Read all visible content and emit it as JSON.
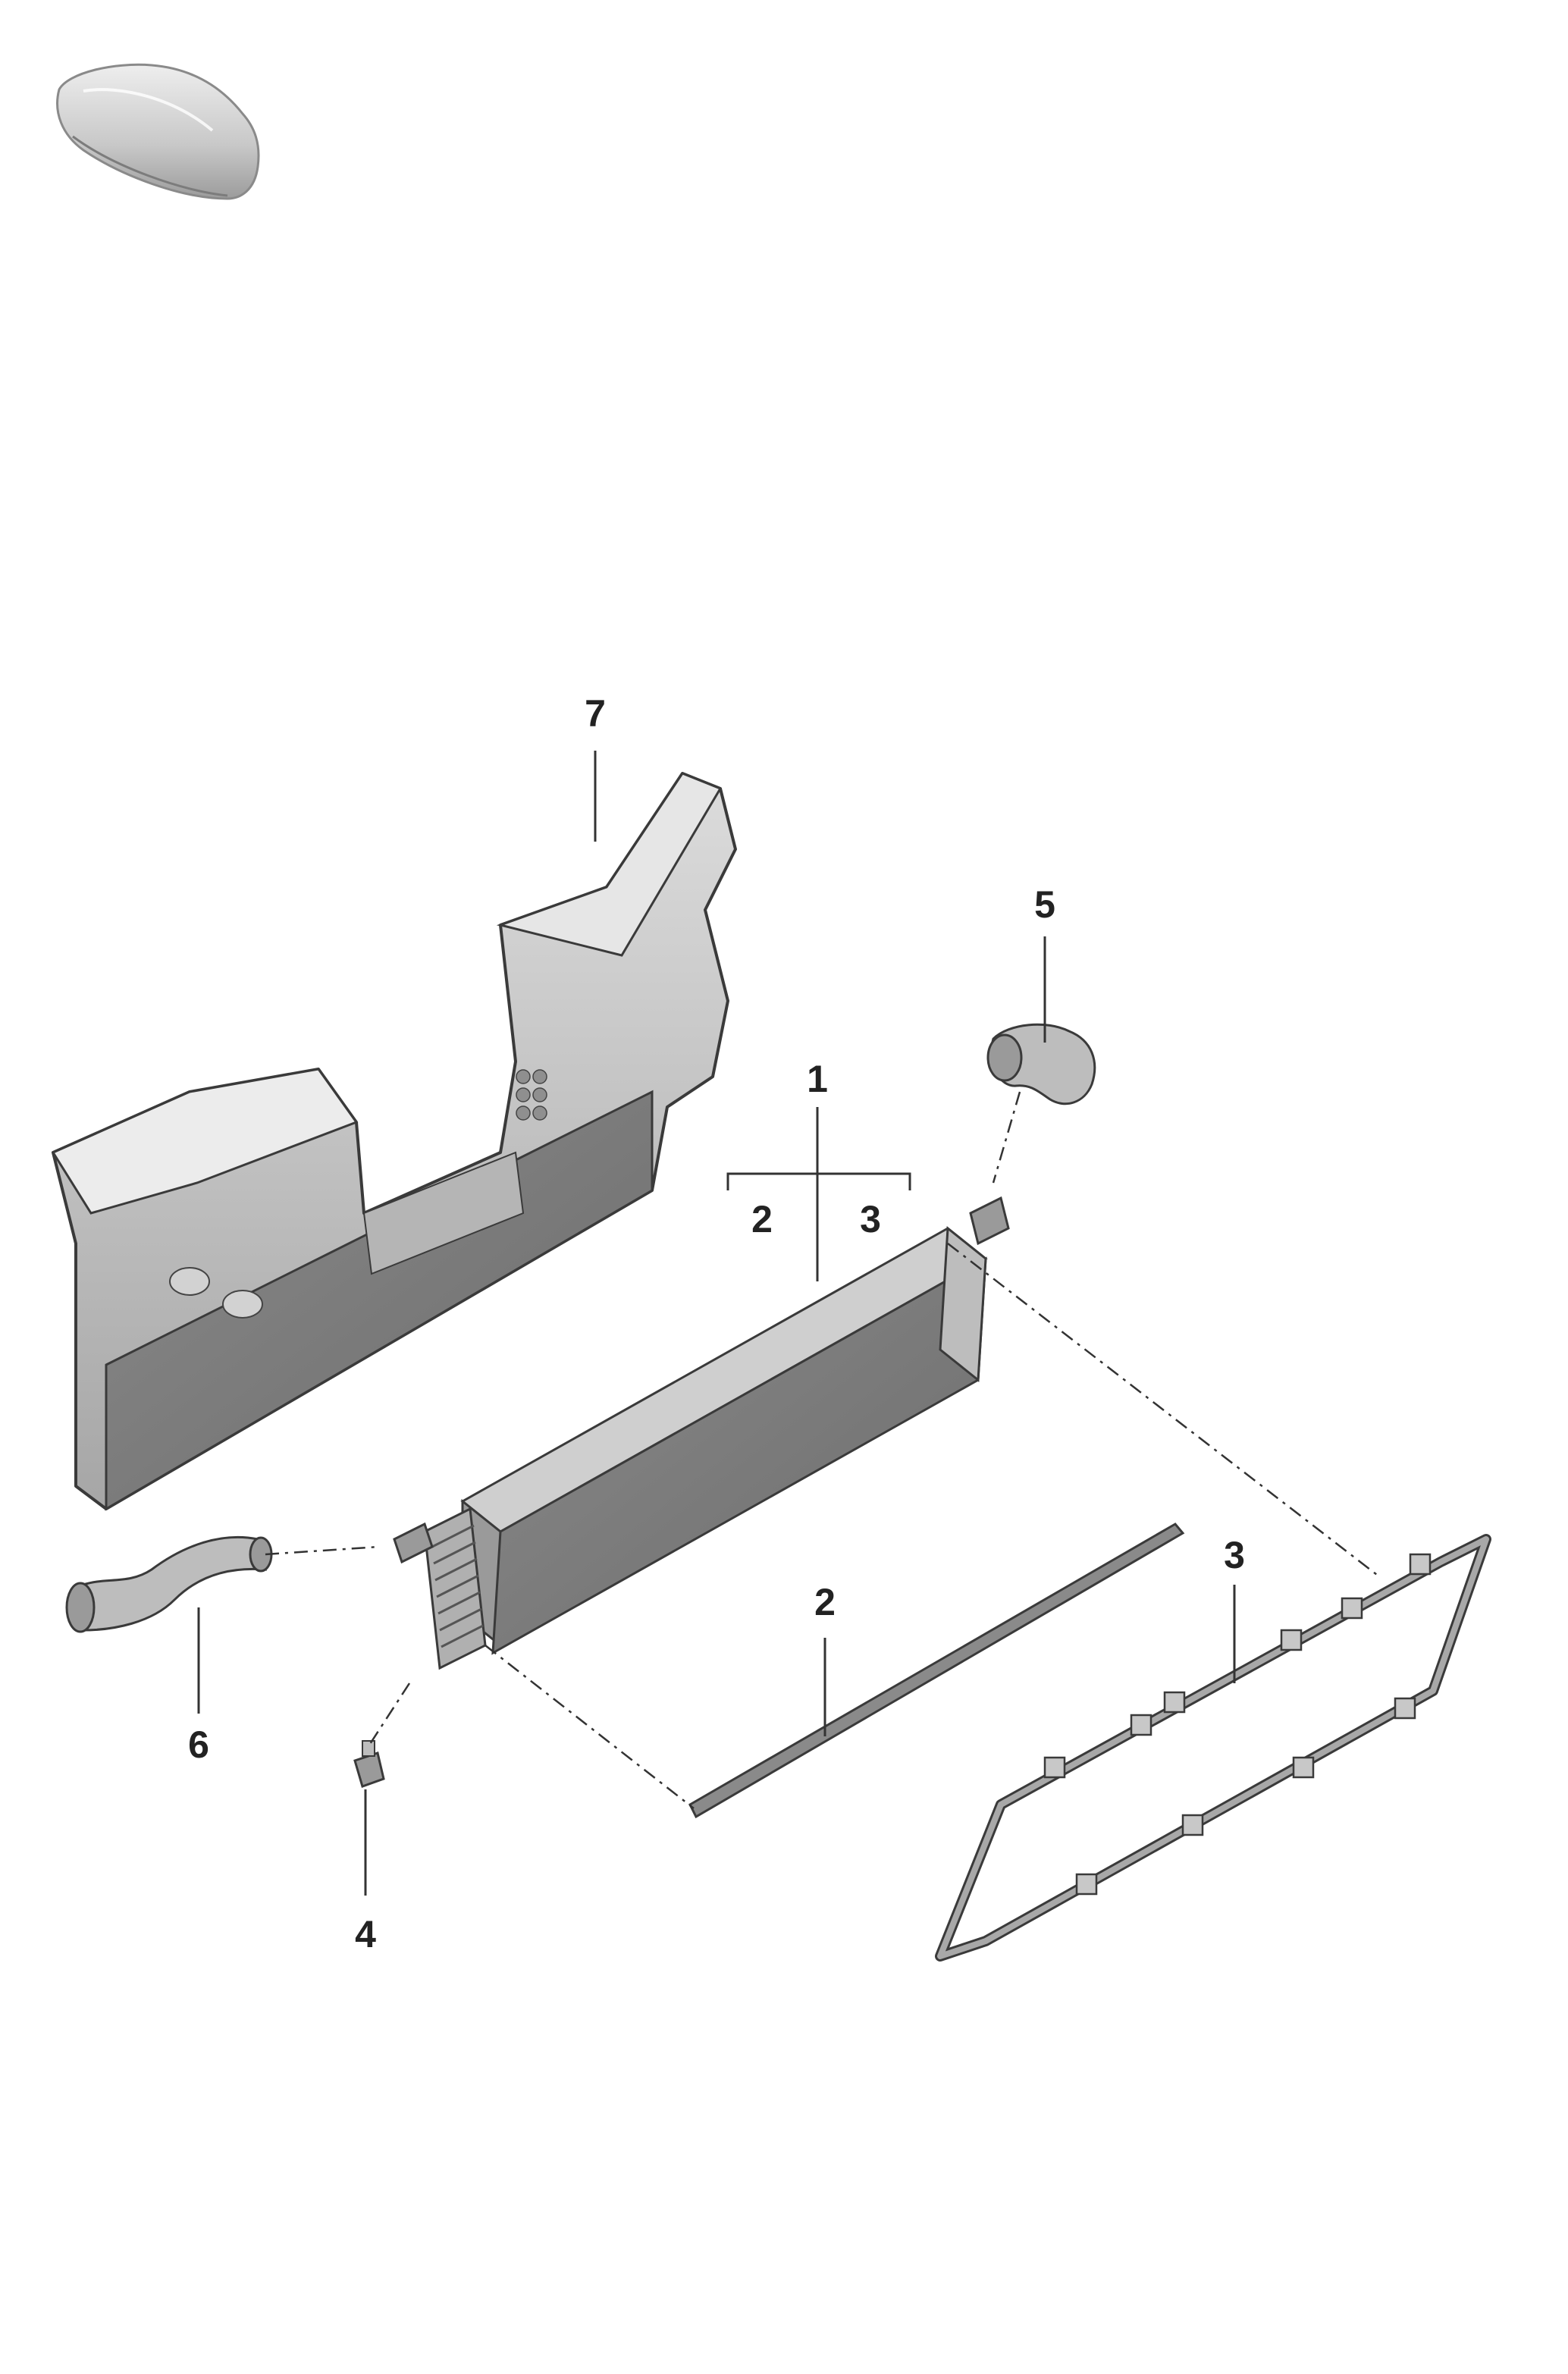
{
  "callouts": {
    "part_1": "1",
    "part_1_sub_2": "2",
    "part_1_sub_3": "3",
    "part_2": "2",
    "part_3": "3",
    "part_4": "4",
    "part_5": "5",
    "part_6": "6",
    "part_7": "7"
  },
  "icons": {
    "vehicle_thumbnail": "car-silhouette-icon"
  },
  "colors": {
    "part_fill_light": "#c9c9c9",
    "part_fill_mid": "#9a9a9a",
    "part_fill_dark": "#6f6f6f",
    "outline": "#3a3a3a",
    "label": "#222222"
  }
}
